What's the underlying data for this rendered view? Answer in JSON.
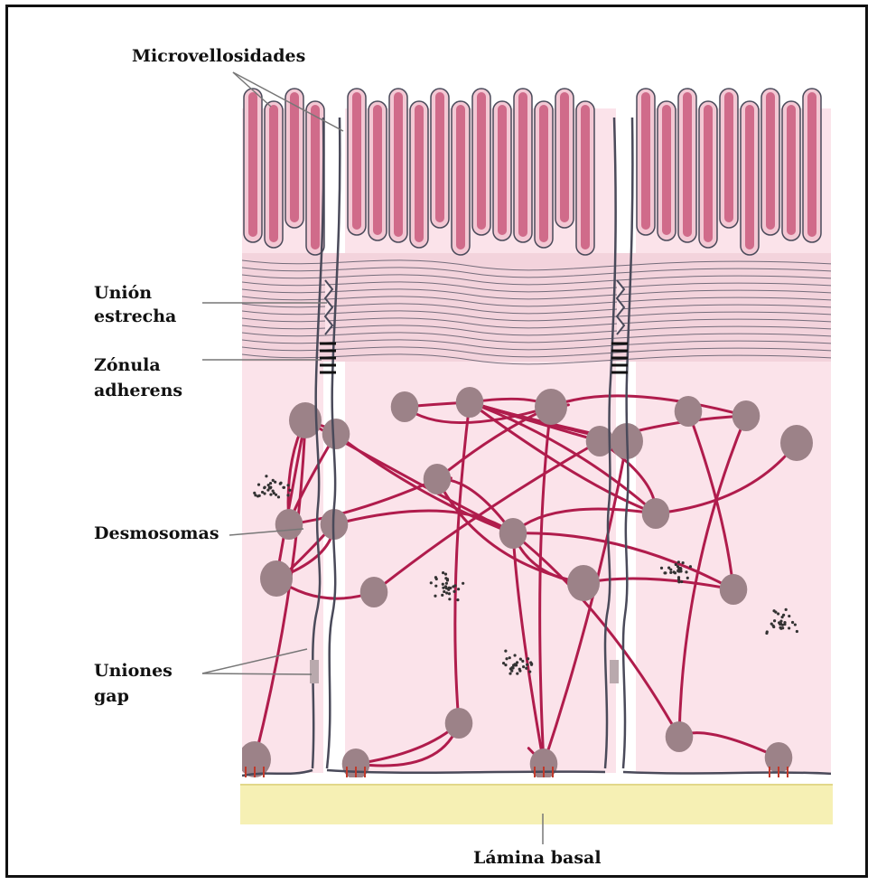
{
  "labels": {
    "microvilli": "Microvellosidades",
    "tight_junction_1": "Unión",
    "tight_junction_2": "estrecha",
    "zonula_1": "Zónula",
    "zonula_2": "adherens",
    "desmosomes": "Desmosomas",
    "gap_1": "Uniones",
    "gap_2": "gap",
    "basal_lamina": "Lámina basal"
  },
  "colors": {
    "cytoplasm": "#fbe3ea",
    "terminal_web": "#f3d3dc",
    "microvillus_fill": "#f3c8d4",
    "microvillus_core": "#c95a7c",
    "filament": "#b01c4c",
    "plaque": "#9c8288",
    "membrane": "#4a4a5a",
    "basal_lamina": "#f6f0b4",
    "text": "#111111"
  },
  "cells": 3
}
